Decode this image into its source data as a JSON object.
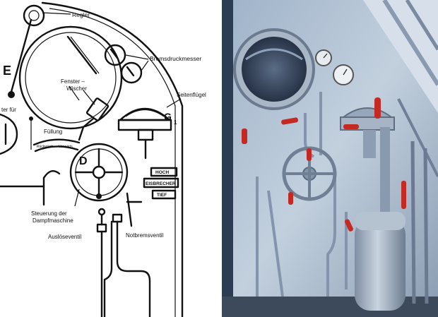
{
  "diagram": {
    "labels": {
      "regler": "Regler",
      "bremsdruckmesser": "Bremsdruckmesser",
      "fenster_wischer_line1": "Fenster –",
      "fenster_wischer_line2": "Wischer",
      "seitenfluegel": "Seitenflügel",
      "heizer_fuer": "ter für",
      "fuellung": "Füllung",
      "scale_text": "Rückwärts ↔ Vorwärts",
      "letter_e": "E",
      "letter_d": "D",
      "letter_g": "G",
      "letter_g_sub": "1",
      "hoch": "HOCH",
      "eisbrecher": "EISBRECHER",
      "tief": "TIEF",
      "steuerung_line1": "Steuerung der",
      "steuerung_line2": "Dampfmaschine",
      "auslöseventil": "Auslöseventil",
      "notbremsventil": "Notbremsventil"
    }
  },
  "photo": {
    "description_icon": "locomotive-cab-photo"
  },
  "colors": {
    "photo_wall": "#b8c8d8",
    "photo_dark": "#2c3c52",
    "handle_red": "#c42a22",
    "ink": "#111111"
  }
}
